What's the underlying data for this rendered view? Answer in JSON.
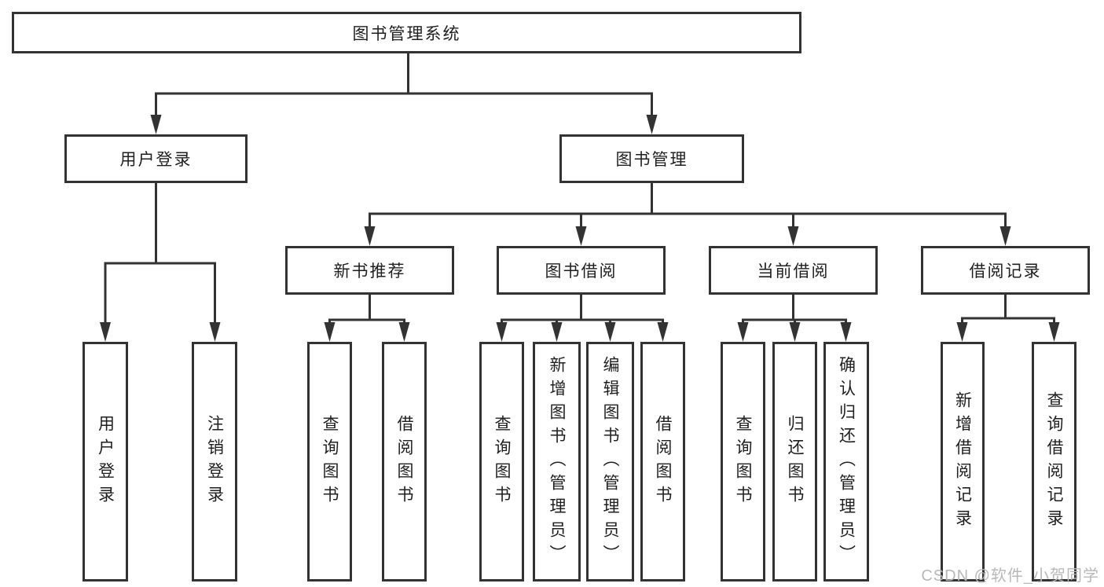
{
  "diagram_title": "图书管理系统",
  "tree": {
    "label": "图书管理系统",
    "children": [
      {
        "label": "用户登录",
        "children": [
          {
            "label": "用户登录"
          },
          {
            "label": "注销登录"
          }
        ]
      },
      {
        "label": "图书管理",
        "children": [
          {
            "label": "新书推荐",
            "children": [
              {
                "label": "查询图书"
              },
              {
                "label": "借阅图书"
              }
            ]
          },
          {
            "label": "图书借阅",
            "children": [
              {
                "label": "查询图书"
              },
              {
                "label": "新增图书（管理员）"
              },
              {
                "label": "编辑图书（管理员）"
              },
              {
                "label": "借阅图书"
              }
            ]
          },
          {
            "label": "当前借阅",
            "children": [
              {
                "label": "查询图书"
              },
              {
                "label": "归还图书"
              },
              {
                "label": "确认归还（管理员）"
              }
            ]
          },
          {
            "label": "借阅记录",
            "children": [
              {
                "label": "新增借阅记录"
              },
              {
                "label": "查询借阅记录"
              }
            ]
          }
        ]
      }
    ]
  },
  "watermark": {
    "text": "CSDN @软件_小贺同学"
  },
  "colors": {
    "line": "#333333",
    "box_border": "#333333",
    "text": "#1f1f1f",
    "watermark": "#b8b8b8",
    "background": "#ffffff"
  }
}
